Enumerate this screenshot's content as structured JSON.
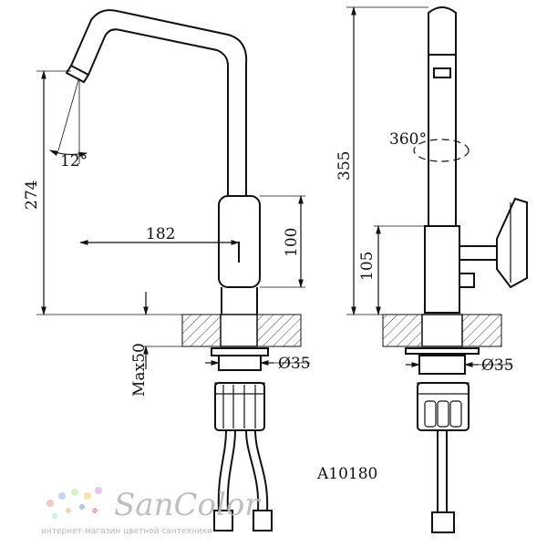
{
  "dimensions": {
    "angle_tilt": "12°",
    "height_total_left": "274",
    "reach": "182",
    "body_height": "100",
    "max_thickness": "Max50",
    "diameter_left": "Ø35",
    "height_total_right": "355",
    "rotation": "360°",
    "handle_height": "105",
    "diameter_right": "Ø35"
  },
  "model": "A10180",
  "watermark": {
    "brand": "SanColor",
    "tagline": "интернет-магазин цветной сантехники"
  }
}
